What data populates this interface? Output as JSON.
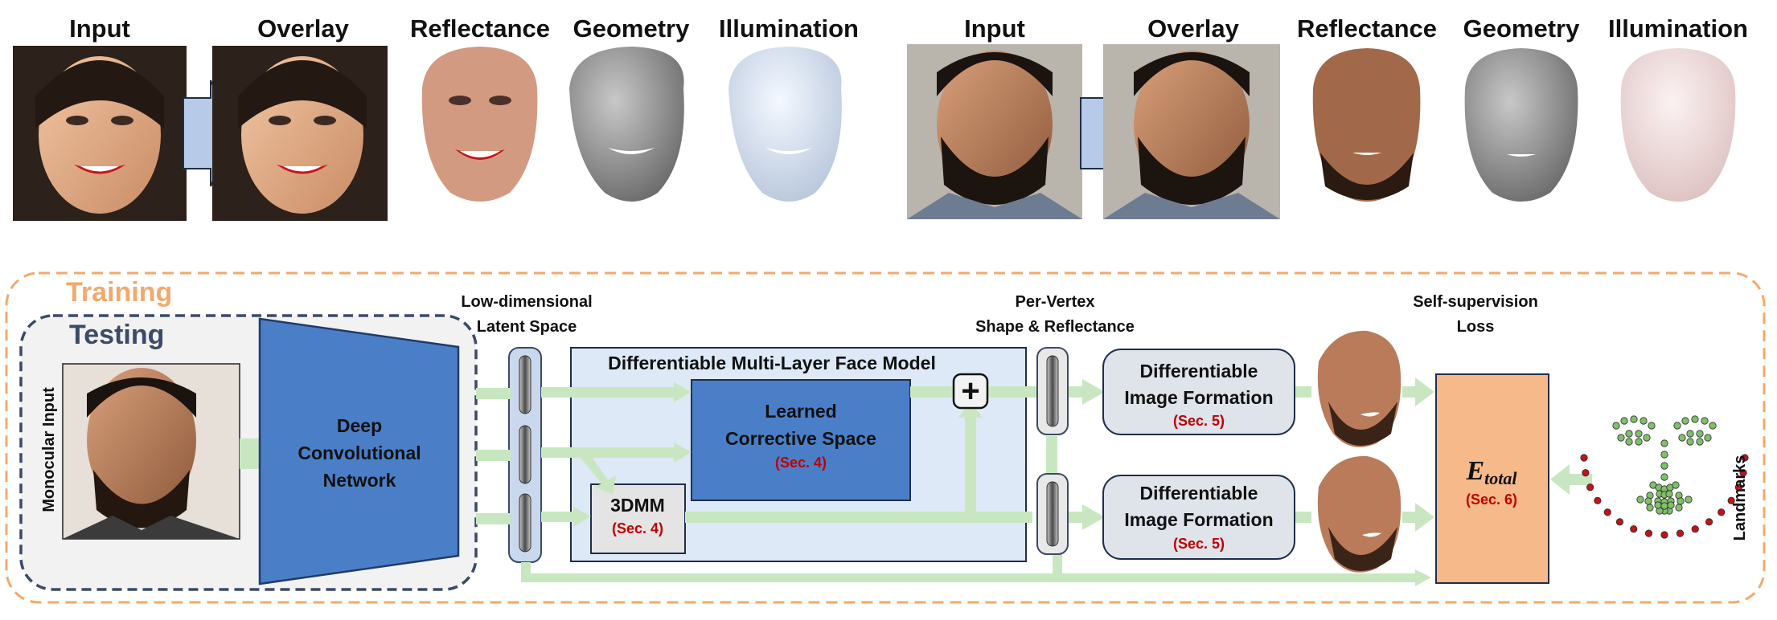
{
  "top_examples": [
    {
      "input": "Input",
      "overlay": "Overlay",
      "reflectance": "Reflectance",
      "geometry": "Geometry",
      "illumination": "Illumination"
    },
    {
      "input": "Input",
      "overlay": "Overlay",
      "reflectance": "Reflectance",
      "geometry": "Geometry",
      "illumination": "Illumination"
    }
  ],
  "training": {
    "label": "Training"
  },
  "testing": {
    "label": "Testing"
  },
  "monocular_input": "Monocular Input",
  "cnn": {
    "line1": "Deep",
    "line2": "Convolutional",
    "line3": "Network"
  },
  "latent": {
    "line1": "Low-dimensional",
    "line2": "Latent Space"
  },
  "face_model": {
    "title": "Differentiable Multi-Layer Face Model",
    "corrective": {
      "line1": "Learned",
      "line2": "Corrective Space",
      "ref": "(Sec. 4)"
    },
    "threedmm": {
      "label": "3DMM",
      "ref": "(Sec. 4)"
    }
  },
  "per_vertex": {
    "line1": "Per-Vertex",
    "line2": "Shape & Reflectance"
  },
  "image_formation": [
    {
      "line1": "Differentiable",
      "line2": "Image Formation",
      "ref": "(Sec. 5)"
    },
    {
      "line1": "Differentiable",
      "line2": "Image Formation",
      "ref": "(Sec. 5)"
    }
  ],
  "loss": {
    "line1": "Self-supervision",
    "line2": "Loss",
    "symbol": "E",
    "subscript": "total",
    "ref": "(Sec. 6)"
  },
  "landmarks": "Landmarks",
  "plus_symbol": "+",
  "colors": {
    "training": "#f3a96b",
    "testing": "#3b4a66",
    "cnn_fill": "#4a7fc8",
    "corrective_fill": "#4a7fc8",
    "face_model_bg": "#dde9f7",
    "loss_fill": "#f6b98a",
    "arrow": "#c8e7c1",
    "section_ref": "#c00000"
  }
}
